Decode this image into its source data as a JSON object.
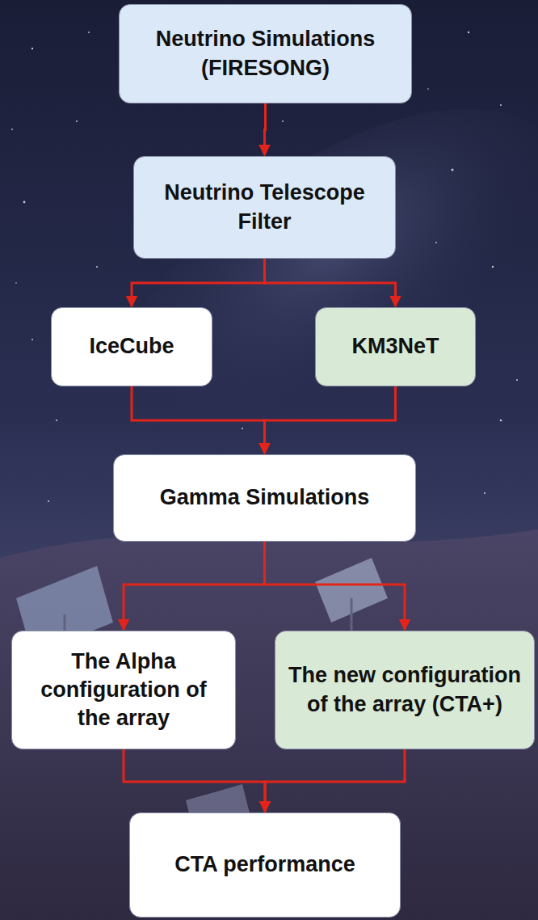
{
  "diagram": {
    "nodes": [
      {
        "text": [
          "Neutrino Simulations (FIRESONG)"
        ]
      },
      {
        "text": [
          "Neutrino Telescope Filter"
        ]
      },
      {
        "text": [
          "IceCube"
        ]
      },
      {
        "text": [
          "KM3NeT"
        ]
      },
      {
        "text": [
          "Gamma Simulations"
        ]
      },
      {
        "text": [
          "The Alpha configuration of the array"
        ]
      },
      {
        "text": [
          "The new configuration of the array (CTA+)"
        ]
      },
      {
        "text": [
          "CTA performance"
        ]
      }
    ],
    "edges": [
      {
        "from": 0,
        "to": 1,
        "arrow": "to"
      },
      {
        "from": 1,
        "to": 2,
        "arrow": "to"
      },
      {
        "from": 1,
        "to": 3,
        "arrow": "to"
      },
      {
        "from": 2,
        "to": 4,
        "arrow": "to"
      },
      {
        "from": 3,
        "to": 4,
        "arrow": "to"
      },
      {
        "from": 4,
        "to": 5,
        "arrow": "to"
      },
      {
        "from": 4,
        "to": 6,
        "arrow": "to"
      },
      {
        "from": 5,
        "to": 7,
        "arrow": "to"
      },
      {
        "from": 6,
        "to": 7,
        "arrow": "to"
      }
    ]
  }
}
